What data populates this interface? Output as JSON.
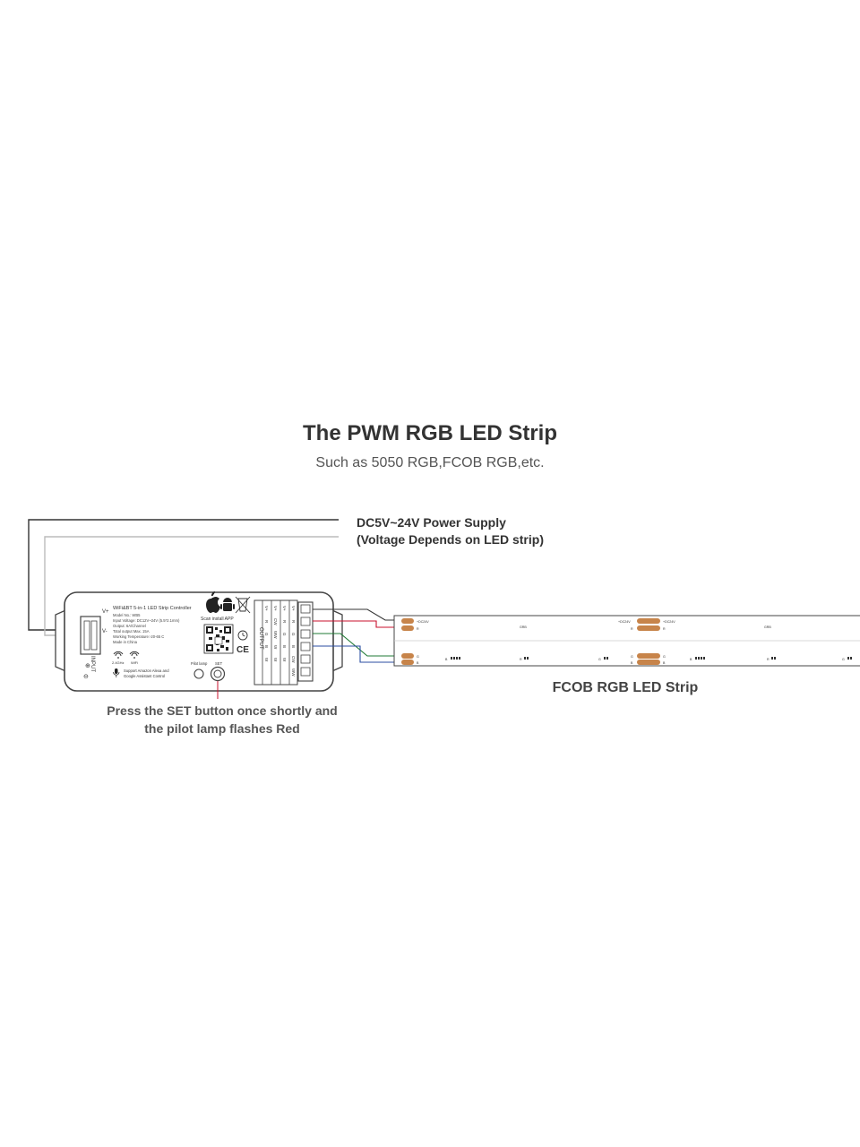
{
  "title": "The PWM RGB LED Strip",
  "subtitle": "Such as 5050 RGB,FCOB RGB,etc.",
  "power_supply": {
    "line1": "DC5V~24V Power Supply",
    "line2": "(Voltage Depends on LED strip)"
  },
  "controller": {
    "name": "WiFi&BT 5-in-1 LED Strip Controller",
    "model": "Model No.: WB5",
    "input_voltage": "Input Voltage: DC12V~24V (5.5*2.1mm)",
    "output": "Output: 6A/Channel",
    "total_output": "Total output Max. 15A",
    "working_temp": "Working Temperature:-20-65 C",
    "made_in": "Made in China",
    "scan": "Scan install APP",
    "support_line1": "Support Amazon Alexa and",
    "support_line2": "Google Assistant Control",
    "band_24": "2.4GHz",
    "wifi": "WiFi",
    "pilot_lamp": "Pilot lamp",
    "set": "SET",
    "input": "INPUT",
    "output_label": "OUTPUT",
    "vplus": "V+",
    "vminus": "V-",
    "ce": "CE",
    "terminal_cols": [
      [
        "V+",
        "R",
        "G",
        "B",
        "W"
      ],
      [
        "V+",
        "CW",
        "WW",
        "W",
        "W"
      ],
      [
        "V+",
        "R",
        "G",
        "B",
        "W"
      ],
      [
        "V+",
        "R",
        "G",
        "B",
        "CW",
        "WW"
      ]
    ]
  },
  "strip": {
    "label": "FCOB RGB LED Strip",
    "pad_dc24": "+DC24V",
    "pad_r": "R",
    "pad_g": "G",
    "pad_b": "B",
    "segment_label": "GRB"
  },
  "set_instruction": {
    "line1": "Press the SET button once shortly and",
    "line2": "the pilot lamp flashes Red"
  },
  "colors": {
    "wire_power": "#333333",
    "wire_ground": "#aaaaaa",
    "wire_red": "#c8102e",
    "wire_green": "#1f7a34",
    "wire_blue": "#2b4ea2",
    "pad": "#c7844a"
  }
}
